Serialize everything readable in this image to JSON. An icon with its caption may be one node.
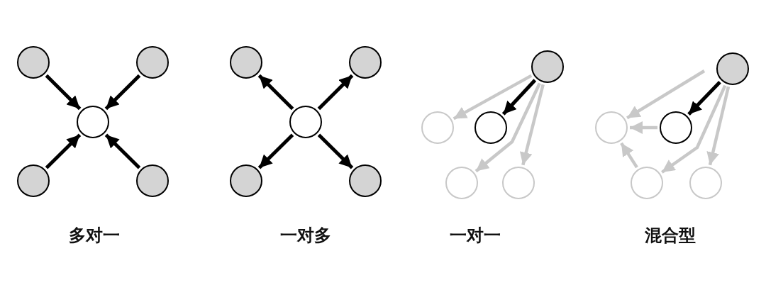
{
  "diagram": {
    "nodes": [
      {
        "text": [],
        "shape": "circle"
      },
      {
        "text": [],
        "shape": "circle"
      },
      {
        "text": [],
        "shape": "circle"
      },
      {
        "text": [],
        "shape": "circle"
      },
      {
        "text": [],
        "shape": "circle"
      },
      {
        "text": [],
        "shape": "circle"
      },
      {
        "text": [],
        "shape": "circle"
      },
      {
        "text": [],
        "shape": "circle"
      },
      {
        "text": [],
        "shape": "circle"
      },
      {
        "text": [],
        "shape": "circle"
      },
      {
        "text": [],
        "shape": "circle"
      },
      {
        "text": [],
        "shape": "circle"
      },
      {
        "text": [],
        "shape": "circle"
      },
      {
        "text": [],
        "shape": "circle"
      },
      {
        "text": [],
        "shape": "circle"
      },
      {
        "text": [],
        "shape": "circle"
      },
      {
        "text": [],
        "shape": "circle"
      },
      {
        "text": [],
        "shape": "circle"
      },
      {
        "text": [],
        "shape": "circle"
      },
      {
        "text": [],
        "shape": "circle"
      }
    ],
    "edges": [
      {
        "from": 0,
        "to": 2,
        "arrow": "to"
      },
      {
        "from": 1,
        "to": 2,
        "arrow": "to"
      },
      {
        "from": 3,
        "to": 2,
        "arrow": "to"
      },
      {
        "from": 4,
        "to": 2,
        "arrow": "to"
      },
      {
        "from": 7,
        "to": 5,
        "arrow": "to"
      },
      {
        "from": 7,
        "to": 6,
        "arrow": "to"
      },
      {
        "from": 7,
        "to": 8,
        "arrow": "to"
      },
      {
        "from": 7,
        "to": 9,
        "arrow": "to"
      },
      {
        "from": 10,
        "to": 12,
        "arrow": "to"
      },
      {
        "from": 10,
        "to": 11,
        "arrow": "to",
        "color": "#c8c8c8"
      },
      {
        "from": 10,
        "to": 13,
        "arrow": "to",
        "color": "#c8c8c8"
      },
      {
        "from": 10,
        "to": 14,
        "arrow": "to",
        "color": "#c8c8c8"
      },
      {
        "from": 15,
        "to": 17,
        "arrow": "to"
      },
      {
        "from": null,
        "to": 16,
        "arrow": "to",
        "color": "#c8c8c8"
      },
      {
        "from": 17,
        "to": 16,
        "arrow": "to",
        "color": "#c8c8c8"
      },
      {
        "from": 15,
        "to": 18,
        "arrow": "to",
        "color": "#c8c8c8"
      },
      {
        "from": 18,
        "to": 16,
        "arrow": "to",
        "color": "#c8c8c8"
      },
      {
        "from": 15,
        "to": 19,
        "arrow": "to",
        "color": "#c8c8c8"
      }
    ],
    "labels": [
      "多对一",
      "一对多",
      "一对一",
      "混合型"
    ]
  }
}
